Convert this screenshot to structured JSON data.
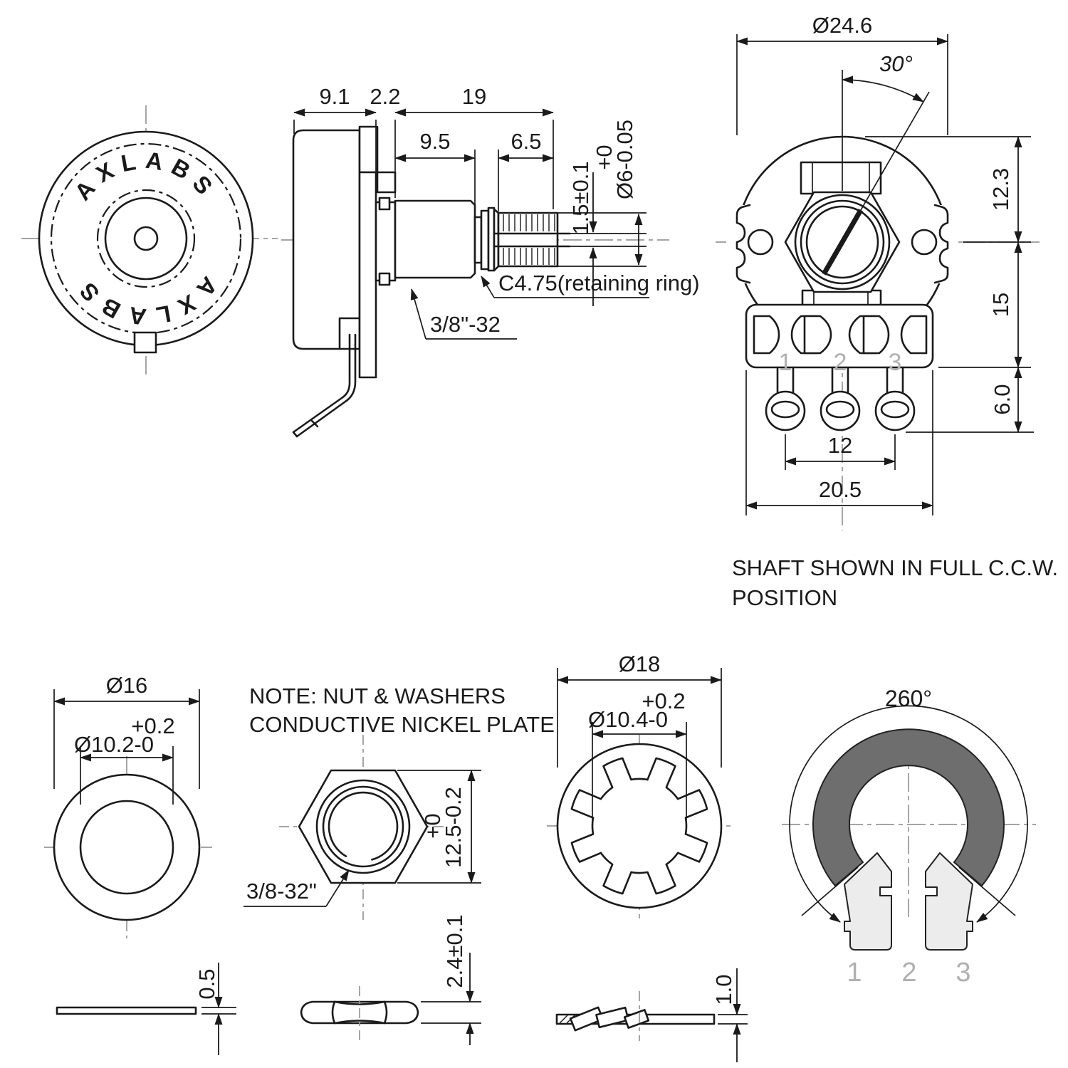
{
  "colors": {
    "background": "#ffffff",
    "line": "#1a1a1a",
    "centerline": "#979797",
    "muted_number": "#b0b0b0",
    "element_ring": "#6e6e6e",
    "terminal_tab": "#ececec"
  },
  "back_view": {
    "brand_top": "AXLABS",
    "brand_bottom": "AXLABS"
  },
  "side_view": {
    "dim_body_depth": "9.1",
    "dim_plate": "2.2",
    "dim_shaft_total": "19",
    "dim_bushing": "9.5",
    "dim_knurl": "6.5",
    "dim_slot_depth": "1.5±0.1",
    "shaft_dia_tol": "+0",
    "shaft_dia": "Ø6-0.05",
    "retaining_ring_label": "C4.75(retaining ring)",
    "thread_label": "3/8\"-32"
  },
  "front_view": {
    "dim_body_dia": "Ø24.6",
    "dim_angle": "30°",
    "dim_center_to_top": "12.3",
    "dim_center_to_block": "15",
    "dim_lug_drop": "6.0",
    "dim_terminal_span": "12",
    "dim_block_width": "20.5",
    "terminals": [
      "1",
      "2",
      "3"
    ]
  },
  "caption": {
    "line1": "SHAFT SHOWN IN FULL C.C.W.",
    "line2": "POSITION"
  },
  "note": {
    "line1": "NOTE: NUT & WASHERS",
    "line2": "CONDUCTIVE NICKEL PLATE"
  },
  "flat_washer": {
    "dim_outer": "Ø16",
    "hole_tol": "+0.2",
    "dim_hole": "Ø10.2-0",
    "dim_thickness": "0.5"
  },
  "hex_nut": {
    "thread_label": "3/8-32\"",
    "af_tol": "+0",
    "dim_across_flats": "12.5-0.2",
    "dim_thickness": "2.4±0.1"
  },
  "lock_washer": {
    "dim_outer": "Ø18",
    "hole_tol": "+0.2",
    "dim_hole": "Ø10.4-0",
    "dim_thickness": "1.0"
  },
  "element_view": {
    "dim_rotation": "260°",
    "terminals": [
      "1",
      "2",
      "3"
    ]
  }
}
